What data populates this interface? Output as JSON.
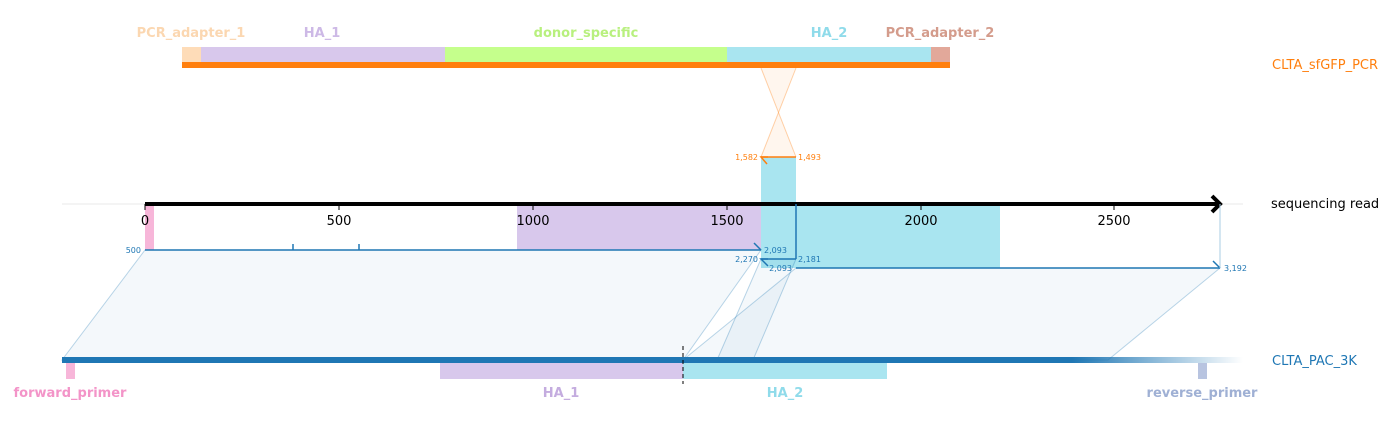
{
  "tracks": {
    "top": {
      "name": "CLTA_sfGFP_PCR",
      "color": "#ff7f0e",
      "features": [
        {
          "label": "PCR_adapter_1",
          "color": "#fedcb8"
        },
        {
          "label": "HA_1",
          "color": "#d8c8ec"
        },
        {
          "label": "donor_specific",
          "color": "#c5ff8c"
        },
        {
          "label": "HA_2",
          "color": "#a9e5f0"
        },
        {
          "label": "PCR_adapter_2",
          "color": "#e2a89a"
        }
      ],
      "label_colors": [
        "#fbd7b1",
        "#cdb9e6",
        "#b8f07e",
        "#8fdbea",
        "#d49c8c"
      ]
    },
    "middle": {
      "name": "sequencing read",
      "ticks": [
        "0",
        "500",
        "1000",
        "1500",
        "2000",
        "2500"
      ],
      "alignment_labels": {
        "a": "1,582",
        "b": "1,493",
        "c": "500",
        "d": "2,093",
        "e": "2,270",
        "f": "2,181",
        "g": "2,093",
        "h": "3,192"
      }
    },
    "bottom": {
      "name": "CLTA_PAC_3K",
      "color": "#1f77b4",
      "features": [
        {
          "label": "forward_primer",
          "color": "#f7b6d9",
          "label_color": "#f394c8"
        },
        {
          "label": "HA_1",
          "color": "#d8c8ec",
          "label_color": "#c4acdf"
        },
        {
          "label": "HA_2",
          "color": "#a9e5f0",
          "label_color": "#8fdbea"
        },
        {
          "label": "reverse_primer",
          "color": "#b8c4e0",
          "label_color": "#9fb0d4"
        }
      ]
    }
  }
}
